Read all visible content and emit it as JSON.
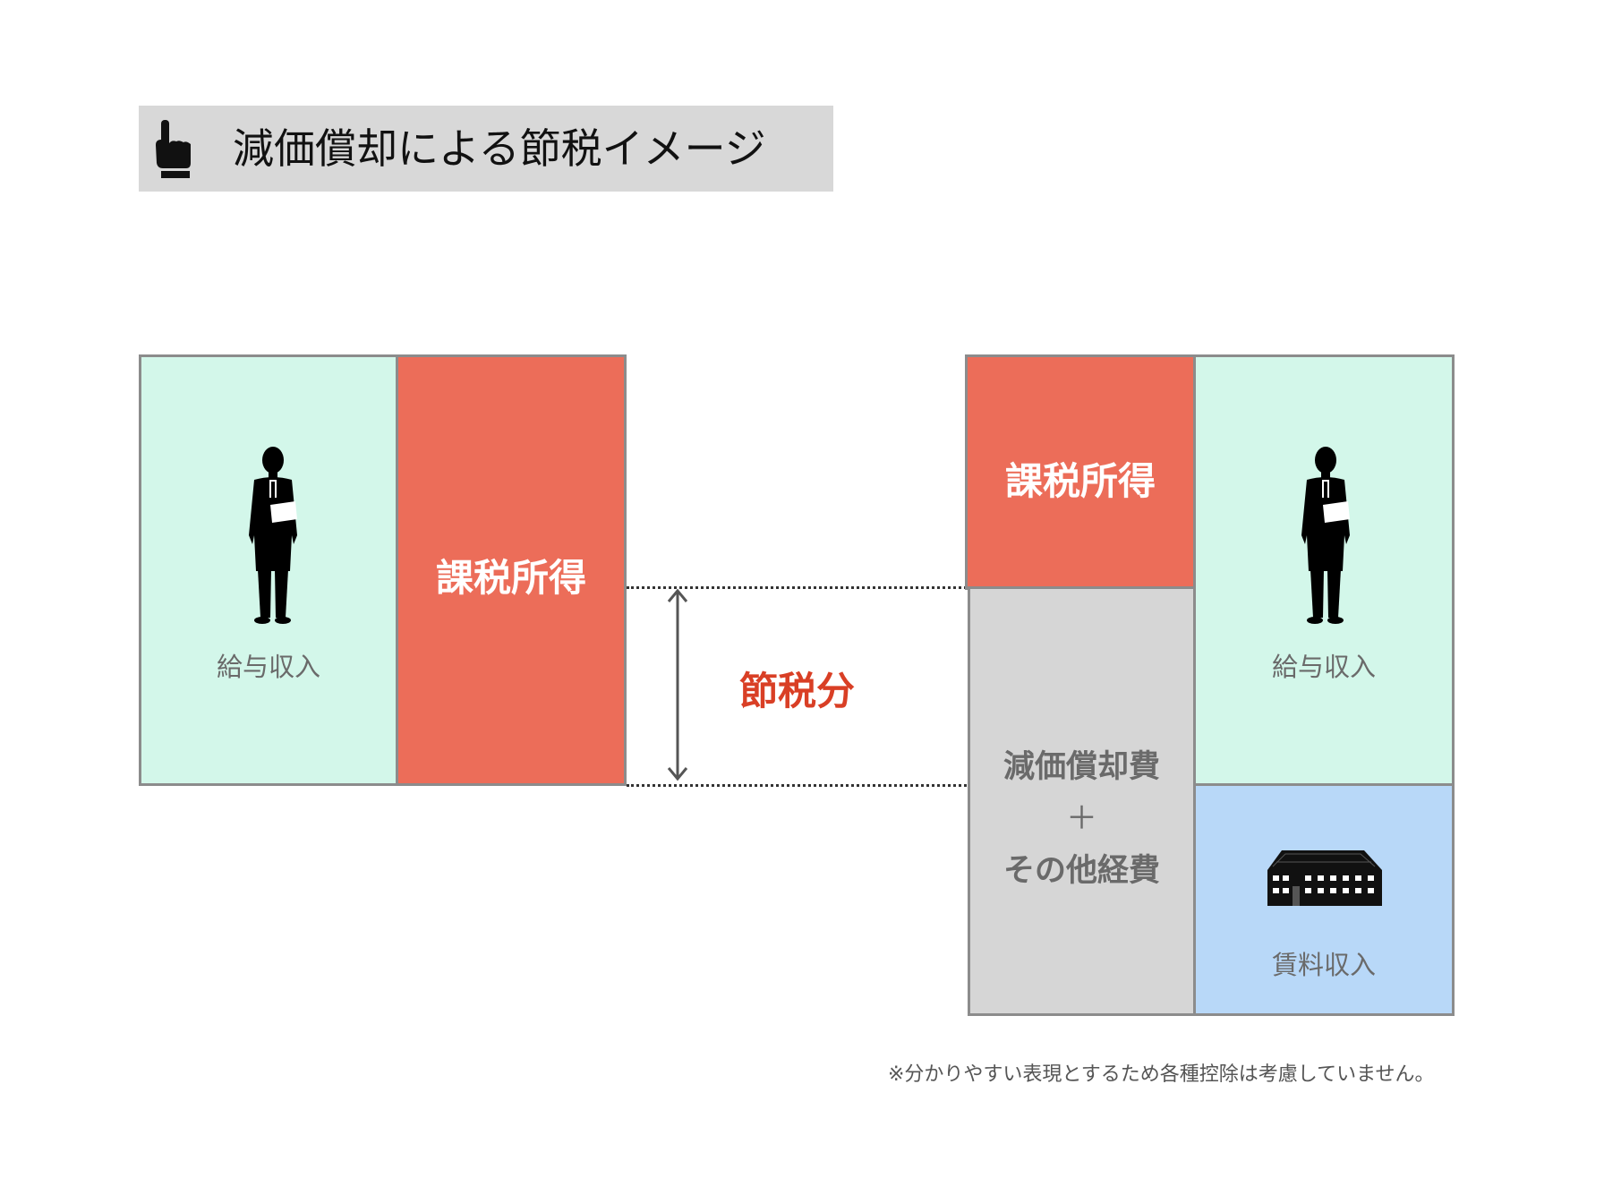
{
  "title": {
    "text": "減価償却による節税イメージ",
    "icon": "pointing-hand-icon"
  },
  "before": {
    "salary_label": "給与収入",
    "taxable_label": "課税所得",
    "salary_icon": "businessman-icon"
  },
  "savings": {
    "label": "節税分",
    "icon": "double-arrow-icon"
  },
  "after": {
    "taxable_label": "課税所得",
    "expense_line1": "減価償却費",
    "expense_plus": "＋",
    "expense_line2": "その他経費",
    "salary_label": "給与収入",
    "rent_label": "賃料収入",
    "salary_icon": "businessman-icon",
    "rent_icon": "apartment-building-icon"
  },
  "note": "※分かりやすい表現とするため各種控除は考慮していません。",
  "colors": {
    "salary": "#d3f7ea",
    "taxable": "#ec6d59",
    "expense": "#d6d6d6",
    "rent": "#b8d8f8",
    "savings_text": "#d93f25",
    "title_bg": "#d8d8d8"
  }
}
